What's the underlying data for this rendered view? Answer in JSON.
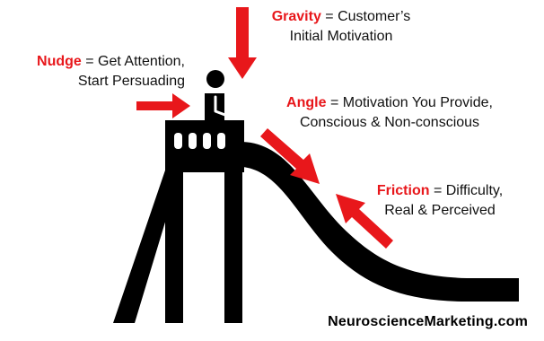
{
  "labels": {
    "nudge": {
      "keyword": "Nudge",
      "line1": " = Get Attention,",
      "line2": "Start Persuading"
    },
    "gravity": {
      "keyword": "Gravity",
      "line1": " = Customer’s",
      "line2": "Initial Motivation"
    },
    "angle": {
      "keyword": "Angle",
      "line1": " = Motivation You Provide,",
      "line2": "Conscious & Non-conscious"
    },
    "friction": {
      "keyword": "Friction",
      "line1": " = Difficulty,",
      "line2": "Real & Perceived"
    }
  },
  "footer": {
    "brand": "NeuroscienceMarketing.com"
  },
  "colors": {
    "accent": "#e8171b",
    "ink": "#000000"
  },
  "icons": [
    "person-icon",
    "slide-icon",
    "arrow-icon"
  ]
}
